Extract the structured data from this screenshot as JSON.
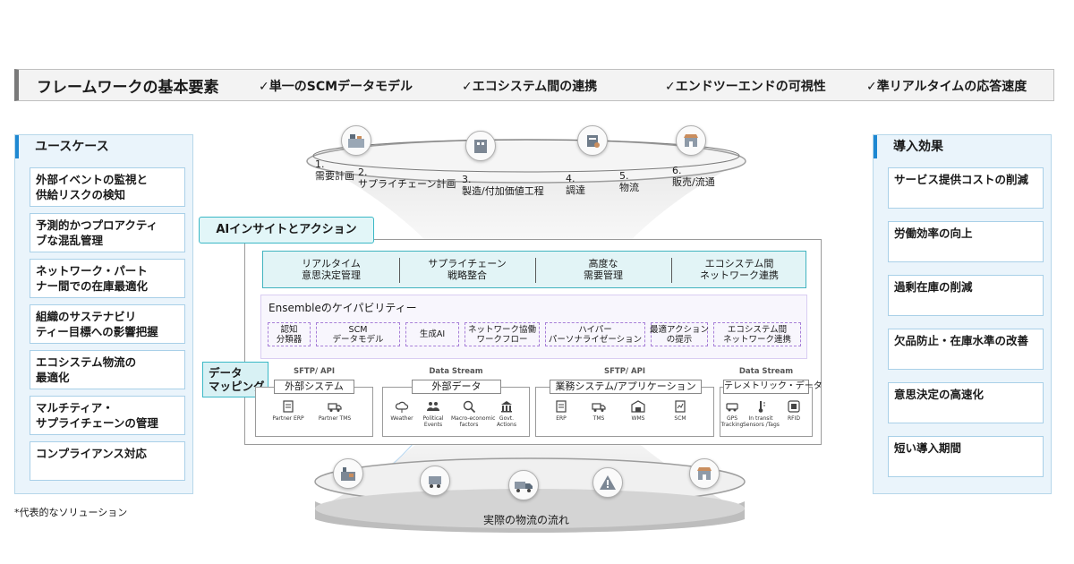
{
  "banner": {
    "title": "フレームワークの基本要素",
    "items": [
      "✓単一のSCMデータモデル",
      "✓エコシステム間の連携",
      "✓エンドツーエンドの可視性",
      "✓準リアルタイムの応答速度"
    ]
  },
  "use_cases": {
    "title": "ユースケース",
    "items": [
      "外部イベントの監視と\n供給リスクの検知",
      "予測的かつプロアクティ\nブな混乱管理",
      "ネットワーク・パート\nナー間での在庫最適化",
      "組織のサステナビリ\nティー目標への影響把握",
      "エコシステム物流の\n最適化",
      "マルチティア・\nサプライチェーンの管理",
      "コンプライアンス対応"
    ]
  },
  "footnote": "*代表的なソリューション",
  "benefits": {
    "title": "導入効果",
    "items": [
      "サービス提供コストの削減",
      "労働効率の向上",
      "過剰在庫の削減",
      "欠品防止・在庫水準の改善",
      "意思決定の高速化",
      "短い導入期間"
    ]
  },
  "process_steps": [
    {
      "num": "1.",
      "label": "需要計画"
    },
    {
      "num": "2.",
      "label": "サプライチェーン計画"
    },
    {
      "num": "3.",
      "label": "製造/付加価値工程"
    },
    {
      "num": "4.",
      "label": "調達"
    },
    {
      "num": "5.",
      "label": "物流"
    },
    {
      "num": "6.",
      "label": "販売/流通"
    }
  ],
  "ai_tab": "AIインサイトとアクション",
  "decisions": [
    "リアルタイム\n意思決定管理",
    "サプライチェーン\n戦略整合",
    "高度な\n需要管理",
    "エコシステム間\nネットワーク連携"
  ],
  "capabilities": {
    "title": "Ensembleのケイパビリティー",
    "items": [
      "認知\n分類器",
      "SCM\nデータモデル",
      "生成AI",
      "ネットワーク協働\nワークフロー",
      "ハイパー\nパーソナライゼーション",
      "最適アクション\nの提示",
      "エコシステム間\nネットワーク連携"
    ]
  },
  "data_mapping": {
    "tab": "データ\nマッピング",
    "groups": [
      {
        "kind": "SFTP/ API",
        "label": "外部システム",
        "sources": [
          "Partner ERP",
          "Partner TMS"
        ]
      },
      {
        "kind": "Data Stream",
        "label": "外部データ",
        "sources": [
          "Weather",
          "Political\nEvents",
          "Macro-economic\nfactors",
          "Govt.\nActions"
        ]
      },
      {
        "kind": "SFTP/ API",
        "label": "業務システム/アプリケーション",
        "sources": [
          "ERP",
          "TMS",
          "WMS",
          "SCM"
        ]
      },
      {
        "kind": "Data Stream",
        "label": "テレメトリック・データ",
        "sources": [
          "GPS\nTracking",
          "In transit\nSensors /Tags",
          "RFID"
        ]
      }
    ]
  },
  "physical_flow": "実際の物流の流れ",
  "colors": {
    "accent_blue": "#1e88d2",
    "teal": "#3ab8c6",
    "purple": "#a77fd8",
    "panel_bg": "#eaf4fb"
  }
}
